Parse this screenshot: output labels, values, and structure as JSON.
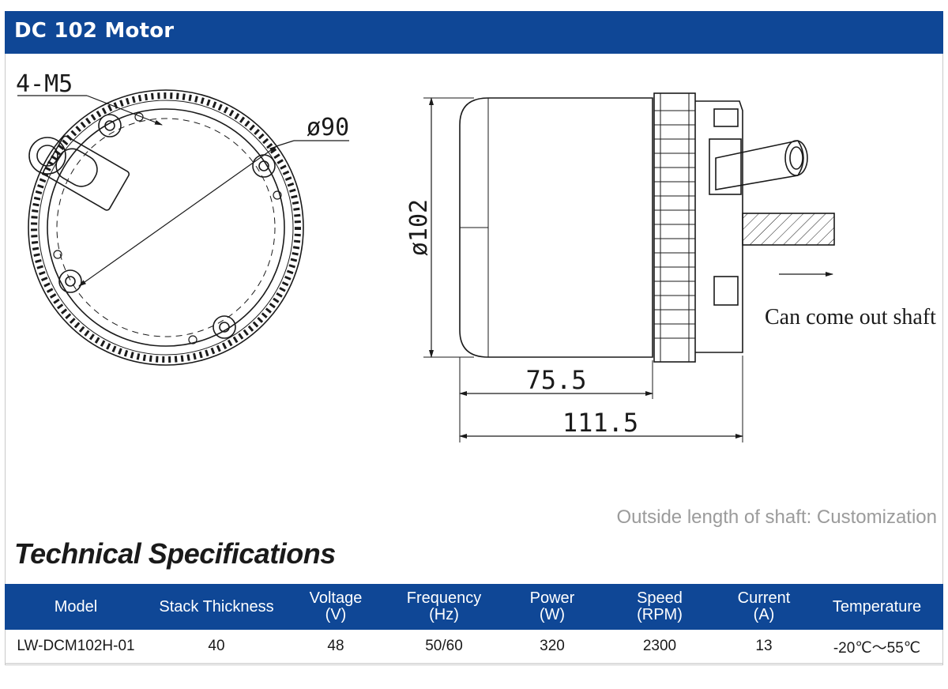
{
  "header": {
    "title": "DC 102 Motor"
  },
  "drawing": {
    "front_view": {
      "hole_label": "4-M5",
      "diameter_label": "ø90"
    },
    "side_view": {
      "diameter_label": "ø102",
      "body_length_label": "75.5",
      "total_length_label": "111.5",
      "shaft_note": "Can come out shaft"
    }
  },
  "shaft_customization_note": "Outside length of shaft: Customization",
  "specs": {
    "heading": "Technical Specifications",
    "columns": [
      {
        "label": "Model",
        "unit": ""
      },
      {
        "label": "Stack Thickness",
        "unit": ""
      },
      {
        "label": "Voltage",
        "unit": "(V)"
      },
      {
        "label": "Frequency",
        "unit": "(Hz)"
      },
      {
        "label": "Power",
        "unit": "(W)"
      },
      {
        "label": "Speed",
        "unit": "(RPM)"
      },
      {
        "label": "Current",
        "unit": "(A)"
      },
      {
        "label": "Temperature",
        "unit": ""
      }
    ],
    "rows": [
      [
        "LW-DCM102H-01",
        "40",
        "48",
        "50/60",
        "320",
        "2300",
        "13",
        "-20℃～55℃"
      ]
    ]
  },
  "colors": {
    "brand_blue": "#0f4796",
    "line": "#1a1a1a",
    "note_gray": "#9b9b9b"
  }
}
